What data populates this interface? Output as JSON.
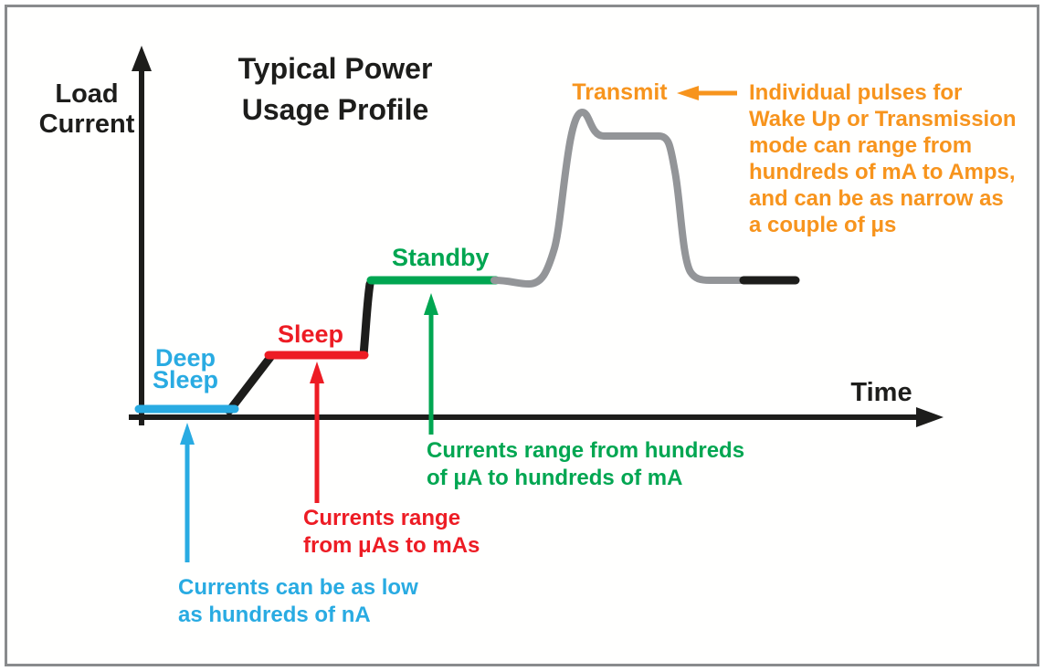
{
  "title": "Typical Power\nUsage Profile",
  "axes": {
    "y_label": "Load\nCurrent",
    "x_label": "Time"
  },
  "colors": {
    "deep_sleep": "#29ABE2",
    "sleep": "#ED1C24",
    "standby": "#00A651",
    "transmit": "#F7941D",
    "pulse_gray": "#939598",
    "ink": "#1d1d1b"
  },
  "segments": [
    {
      "id": "deep-sleep",
      "label": "Deep\nSleep",
      "note": "Currents can be as low\nas hundreds of nA",
      "color": "#29ABE2"
    },
    {
      "id": "sleep",
      "label": "Sleep",
      "note": "Currents range\nfrom μAs to mAs",
      "color": "#ED1C24"
    },
    {
      "id": "standby",
      "label": "Standby",
      "note": "Currents range from hundreds\nof μA to hundreds of mA",
      "color": "#00A651"
    },
    {
      "id": "transmit",
      "label": "Transmit",
      "note": "Individual pulses for\nWake Up or Transmission\nmode can range from\nhundreds of mA to Amps,\nand can be as narrow as\na couple of μs",
      "color": "#F7941D"
    }
  ]
}
